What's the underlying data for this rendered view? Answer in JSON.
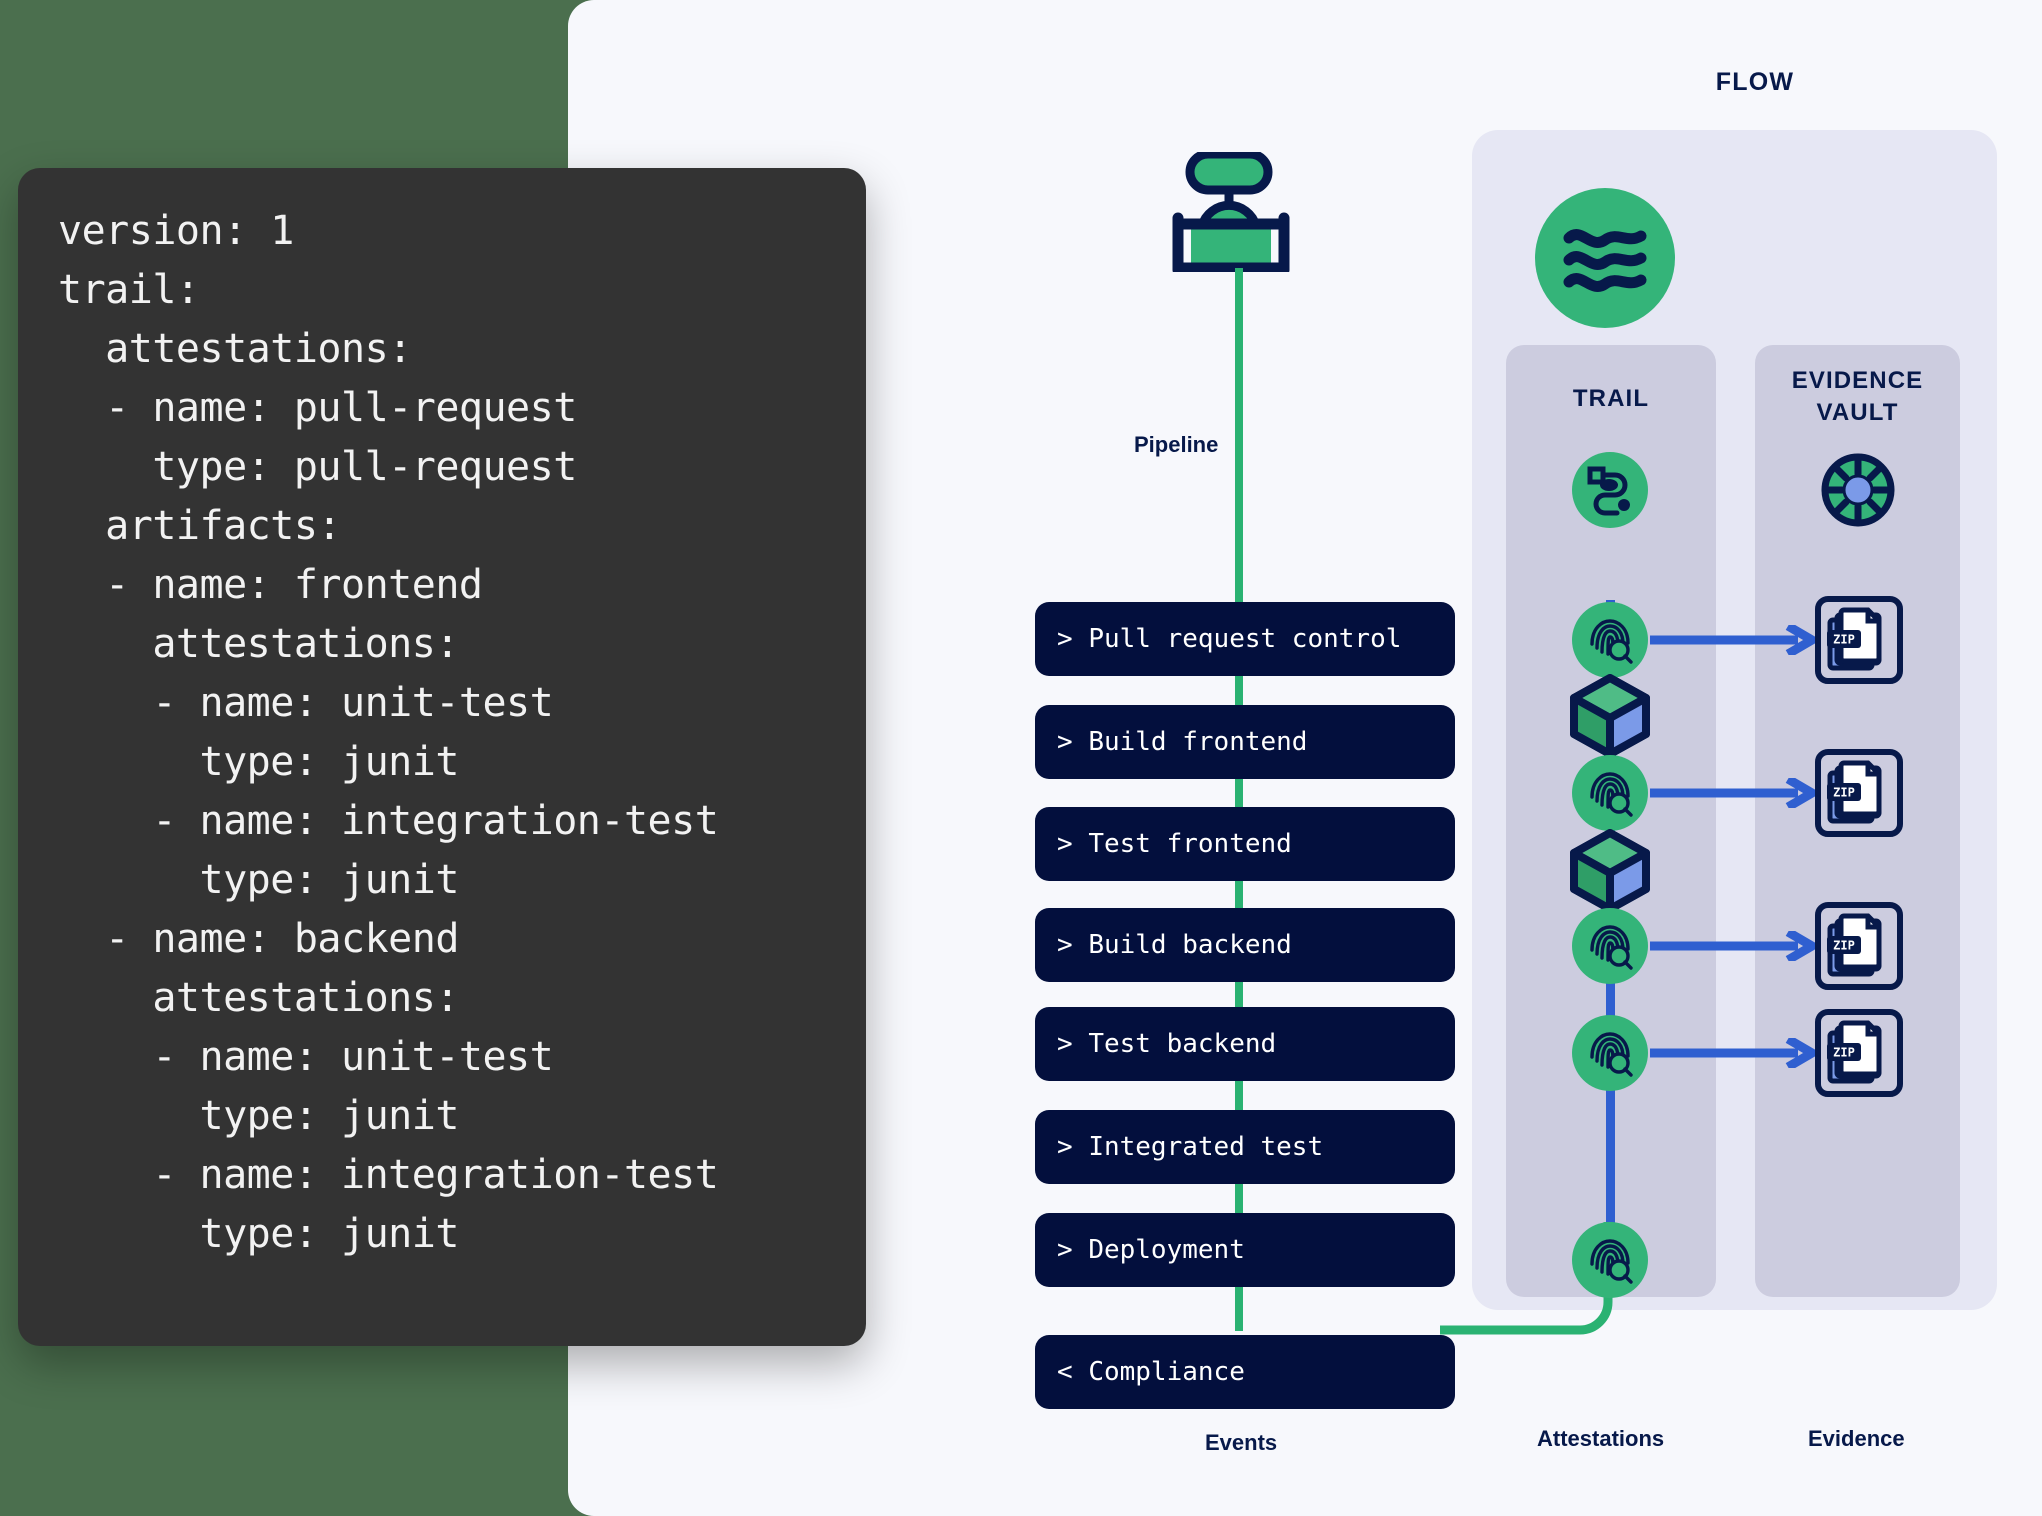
{
  "colors": {
    "page_bg_green": "#4b6f4e",
    "card_bg": "#f7f8fc",
    "code_bg": "#333333",
    "navy": "#030f3d",
    "navy_text": "#07194a",
    "green": "#34b479",
    "pipeline_green": "#2ab272",
    "blue": "#2f5fd0",
    "blue_light": "#7b9ae8",
    "panel_lilac": "#e6e7f4",
    "column_lilac": "#ccccdf"
  },
  "code_panel": {
    "language": "yaml",
    "content": "version: 1\ntrail:\n  attestations:\n  - name: pull-request\n    type: pull-request\n  artifacts:\n  - name: frontend\n    attestations:\n    - name: unit-test\n      type: junit\n    - name: integration-test\n      type: junit\n  - name: backend\n    attestations:\n    - name: unit-test\n      type: junit\n    - name: integration-test\n      type: junit"
  },
  "flow": {
    "title": "FLOW",
    "logo_icon": "flow-waves-icon",
    "columns": [
      {
        "id": "trail",
        "label": "TRAIL",
        "icon": "route-path-icon"
      },
      {
        "id": "evidence-vault",
        "label": "EVIDENCE\nVAULT",
        "label_line1": "EVIDENCE",
        "label_line2": "VAULT",
        "icon": "ship-wheel-icon"
      }
    ]
  },
  "pipeline": {
    "label": "Pipeline",
    "icon": "valve-icon"
  },
  "bottom_labels": {
    "events": "Events",
    "attestations": "Attestations",
    "evidence": "Evidence"
  },
  "events": [
    {
      "prefix": ">",
      "label": "Pull request control"
    },
    {
      "prefix": ">",
      "label": "Build frontend"
    },
    {
      "prefix": ">",
      "label": "Test frontend"
    },
    {
      "prefix": ">",
      "label": "Build backend"
    },
    {
      "prefix": ">",
      "label": "Test backend"
    },
    {
      "prefix": ">",
      "label": "Integrated test"
    },
    {
      "prefix": ">",
      "label": "Deployment"
    },
    {
      "prefix": "<",
      "label": "Compliance"
    }
  ],
  "trail_nodes": [
    {
      "type": "attestation",
      "icon": "fingerprint-search-icon",
      "has_evidence": true
    },
    {
      "type": "artifact",
      "icon": "cube-icon",
      "has_evidence": false
    },
    {
      "type": "attestation",
      "icon": "fingerprint-search-icon",
      "has_evidence": true
    },
    {
      "type": "artifact",
      "icon": "cube-icon",
      "has_evidence": false
    },
    {
      "type": "attestation",
      "icon": "fingerprint-search-icon",
      "has_evidence": true
    },
    {
      "type": "attestation",
      "icon": "fingerprint-search-icon",
      "has_evidence": true
    },
    {
      "type": "attestation",
      "icon": "fingerprint-search-icon",
      "has_evidence": false
    }
  ],
  "evidence_items": [
    {
      "icon": "zip-documents-icon",
      "badge": "ZIP"
    },
    {
      "icon": "zip-documents-icon",
      "badge": "ZIP"
    },
    {
      "icon": "zip-documents-icon",
      "badge": "ZIP"
    },
    {
      "icon": "zip-documents-icon",
      "badge": "ZIP"
    }
  ]
}
